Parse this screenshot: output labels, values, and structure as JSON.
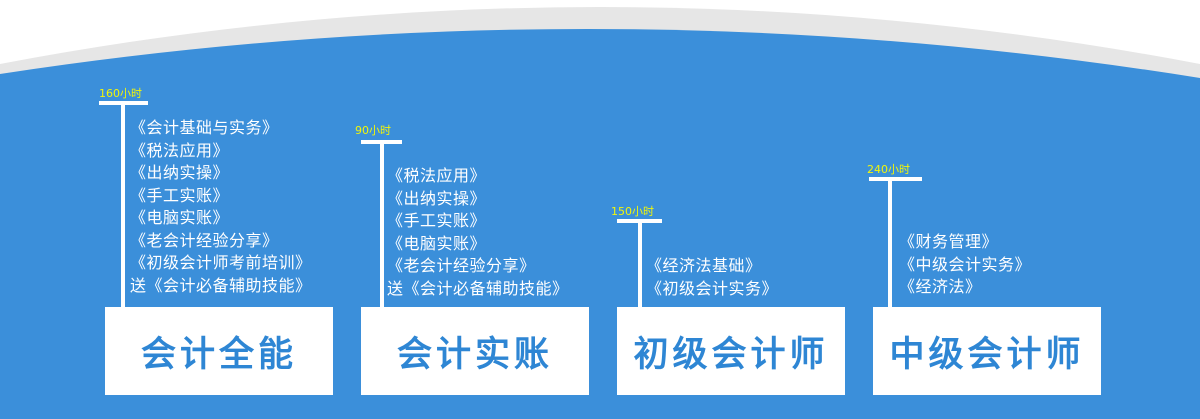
{
  "colors": {
    "background_blue": "#3b8fda",
    "arc_gray": "#e6e6e6",
    "hours_yellow": "#f2f50a",
    "item_text": "#ffffff",
    "title_blue": "#2e86d4"
  },
  "courses": [
    {
      "name": "会计全能",
      "hours": "160小时",
      "items": [
        "《会计基础与实务》",
        "《税法应用》",
        "《出纳实操》",
        "《手工实账》",
        "《电脑实账》",
        "《老会计经验分享》",
        "《初级会计师考前培训》",
        "送《会计必备辅助技能》"
      ]
    },
    {
      "name": "会计实账",
      "hours": "90小时",
      "items": [
        "《税法应用》",
        "《出纳实操》",
        "《手工实账》",
        "《电脑实账》",
        "《老会计经验分享》",
        "送《会计必备辅助技能》"
      ]
    },
    {
      "name": "初级会计师",
      "hours": "150小时",
      "items": [
        "《经济法基础》",
        "《初级会计实务》"
      ]
    },
    {
      "name": "中级会计师",
      "hours": "240小时",
      "items": [
        "《财务管理》",
        "《中级会计实务》",
        "《经济法》"
      ]
    }
  ]
}
